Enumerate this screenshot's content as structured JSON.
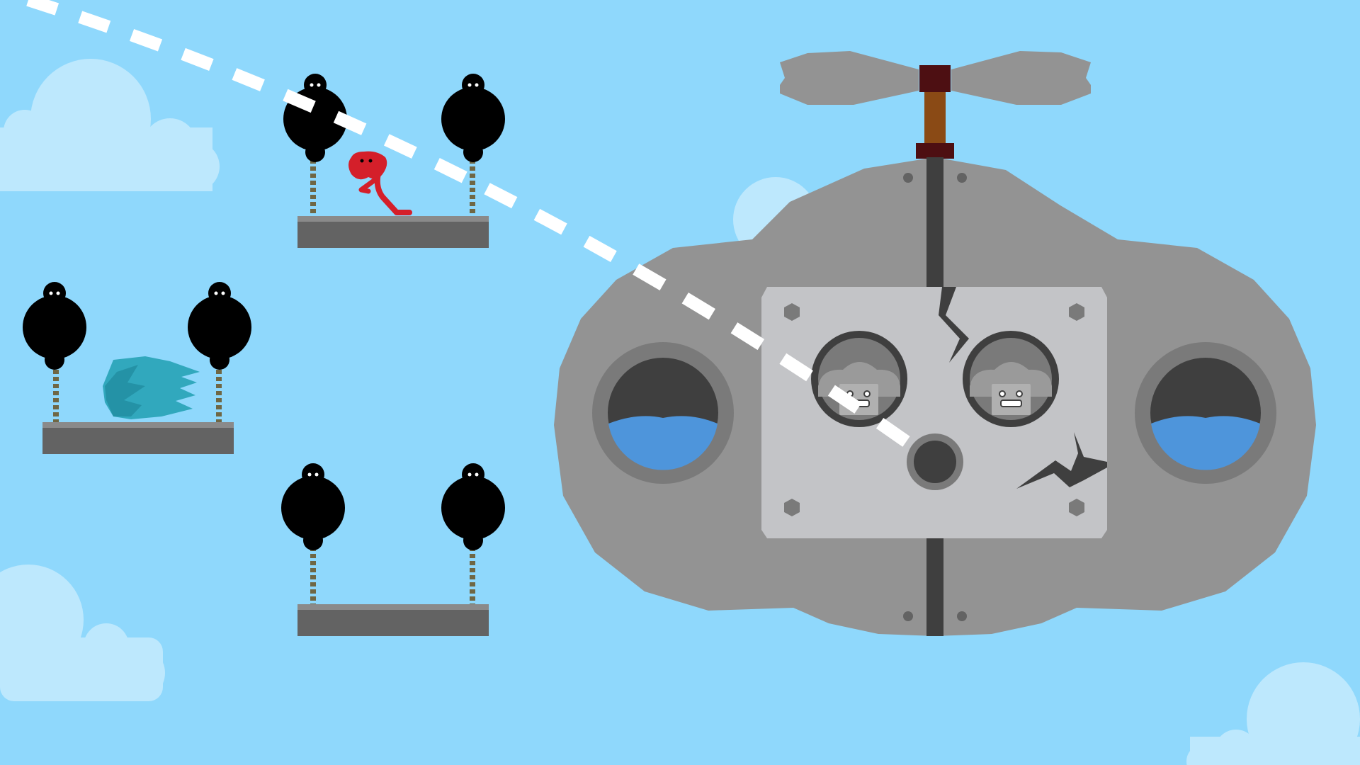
{
  "scene": {
    "type": "side-view platformer boss level",
    "colors": {
      "sky": "#8fd8fc",
      "cloud": "#bde8fd",
      "balloon": "#000000",
      "platform": "#636363",
      "platform_top": "#8a8a8a",
      "rope": "#6f6744",
      "player": "#d41f2a",
      "crystal": "#31a8bd",
      "boss_body": "#939393",
      "boss_plate": "#c3c4c7",
      "boss_dark": "#3f3f3f",
      "water": "#4e95db",
      "propeller": "#939393",
      "propeller_hub": "#4d0f12",
      "propeller_shaft": "#8a4a15",
      "trajectory": "#ffffff"
    }
  },
  "player": {
    "name_icon": "red-blob-character-icon"
  },
  "pickups": [
    {
      "name_icon": "teal-crystal-icon"
    }
  ],
  "platforms": [
    {
      "id": "top",
      "balloons": 2
    },
    {
      "id": "left",
      "balloons": 2
    },
    {
      "id": "bottom",
      "balloons": 2
    }
  ],
  "boss": {
    "name_icon": "robot-cloud-airship-icon",
    "propeller_icon": "propeller-icon",
    "tanks": 2,
    "robot_pilots": 2
  },
  "aim": {
    "name_icon": "dashed-trajectory-line"
  }
}
